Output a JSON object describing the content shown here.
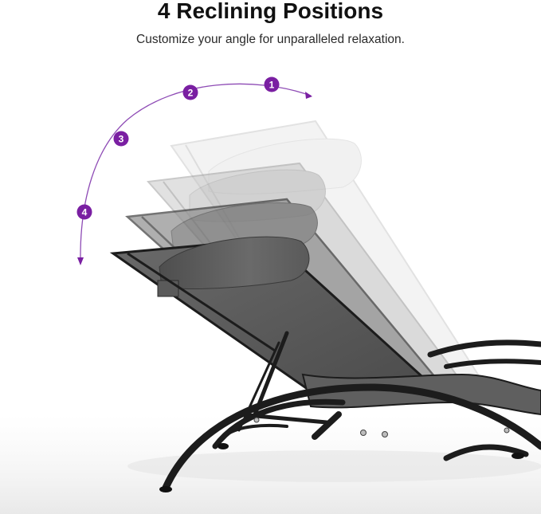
{
  "heading": {
    "title": "4 Reclining Positions",
    "subtitle": "Customize your angle for unparalleled relaxation."
  },
  "positions": {
    "badges": [
      {
        "label": "1"
      },
      {
        "label": "2"
      },
      {
        "label": "3"
      },
      {
        "label": "4"
      }
    ],
    "badge_color": "#7a1fa2",
    "badge_text_color": "#ffffff",
    "arc_color": "#8e4bb5"
  },
  "chair": {
    "frame_color": "#1c1c1c",
    "sling_color": "#5d5d5d",
    "highlight_color": "#8a8a8a"
  }
}
